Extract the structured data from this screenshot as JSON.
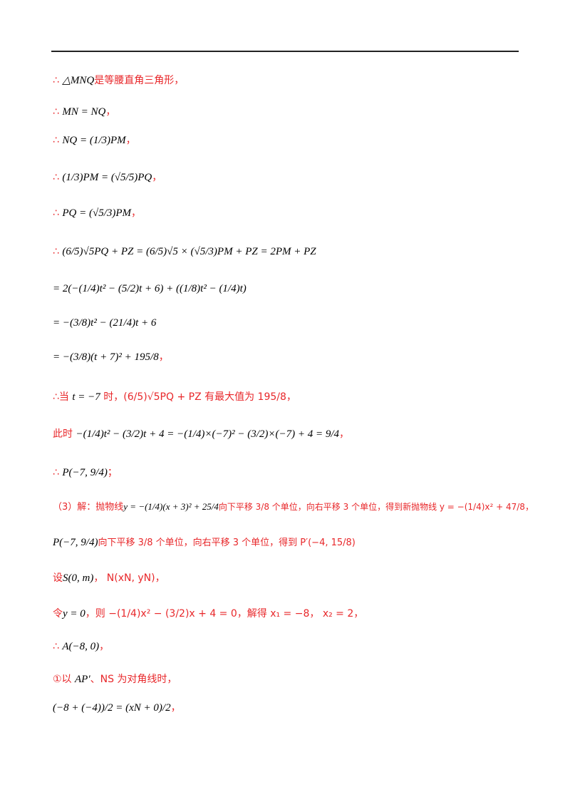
{
  "lines": [
    {
      "pre": "∴",
      "math": "△MNQ",
      "post": "是等腰直角三角形，"
    },
    {
      "pre": "∴",
      "math": "MN = NQ",
      "post": "，"
    },
    {
      "pre": "∴",
      "math": "NQ = (1/3)PM",
      "post": "，"
    },
    {
      "pre": "∴",
      "math": "(1/3)PM = (√5/5)PQ",
      "post": "，"
    },
    {
      "pre": "∴",
      "math": "PQ = (√5/3)PM",
      "post": "，"
    },
    {
      "pre": "∴",
      "math": "(6/5)√5PQ + PZ = (6/5)√5 × (√5/3)PM + PZ = 2PM + PZ",
      "post": ""
    },
    {
      "pre": "",
      "math": "= 2(−(1/4)t² − (5/2)t + 6) + ((1/8)t² − (1/4)t)",
      "post": ""
    },
    {
      "pre": "",
      "math": "= −(3/8)t² − (21/4)t + 6",
      "post": ""
    },
    {
      "pre": "",
      "math": "= −(3/8)(t + 7)² + 195/8",
      "post": "，"
    },
    {
      "pre": "∴当",
      "math": "t = −7",
      "post": "时，(6/5)√5PQ + PZ 有最大值为 195/8，"
    },
    {
      "pre": "此时",
      "math": "−(1/4)t² − (3/2)t + 4 = −(1/4)×(−7)² − (3/2)×(−7) + 4 = 9/4",
      "post": "，"
    },
    {
      "pre": "∴",
      "math": "P(−7, 9/4)",
      "post": "；"
    },
    {
      "pre": "（3）解：抛物线",
      "math": "y = −(1/4)(x + 3)² + 25/4",
      "post": "向下平移 3/8 个单位，向右平移 3 个单位，得到新抛物线 y = −(1/4)x² + 47/8，"
    },
    {
      "pre": "",
      "math": "P(−7, 9/4)",
      "post": "向下平移 3/8 个单位，向右平移 3 个单位，得到 P′(−4, 15/8)"
    },
    {
      "pre": "设",
      "math": "S(0, m)",
      "post": "，  N(xN, yN)，"
    },
    {
      "pre": "令",
      "math": "y = 0",
      "post": "，则 −(1/4)x² − (3/2)x + 4 = 0，解得 x₁ = −8，  x₂ = 2，"
    },
    {
      "pre": "∴",
      "math": "A(−8, 0)",
      "post": "，"
    },
    {
      "pre": "①以",
      "math": "AP′",
      "post": "、NS 为对角线时，"
    },
    {
      "pre": "",
      "math": "(−8 + (−4))/2 = (xN + 0)/2",
      "post": "，"
    }
  ]
}
